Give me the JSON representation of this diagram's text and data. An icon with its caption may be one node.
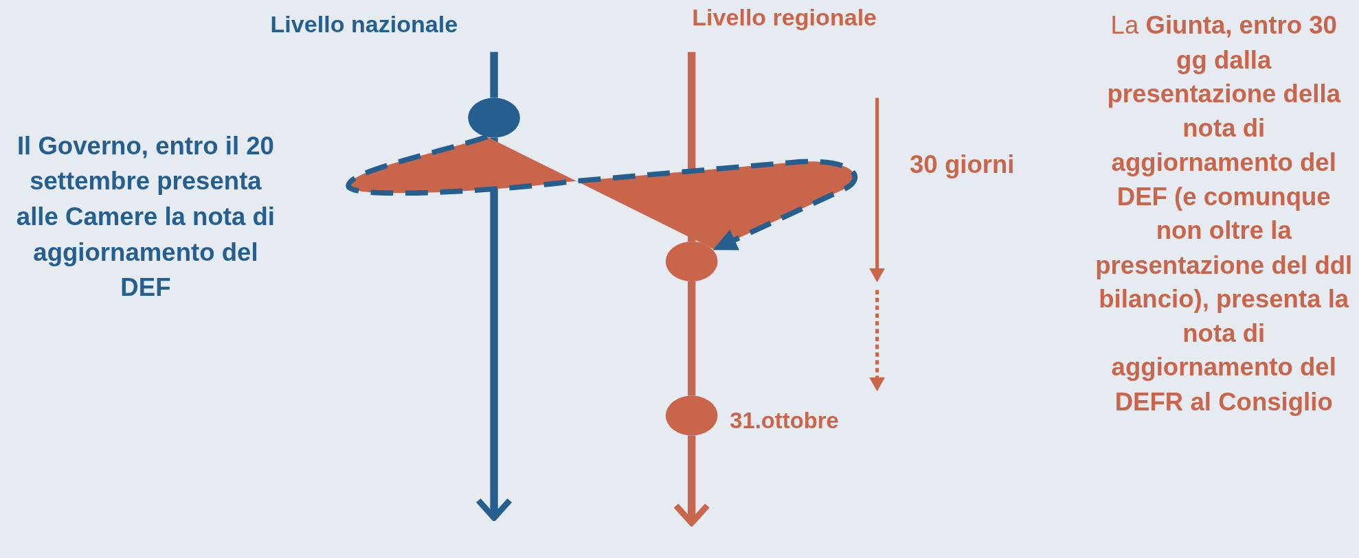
{
  "diagram": {
    "nodes": [
      {
        "text": [
          "Livello nazionale"
        ]
      },
      {
        "text": [
          "Livello regionale"
        ]
      },
      {
        "text": [],
        "shape": "circle"
      },
      {
        "text": [],
        "shape": "circle"
      },
      {
        "text": [],
        "shape": "circle",
        "beside": [
          "31.ottobre"
        ]
      }
    ],
    "edges": [
      {
        "from": 0,
        "to": 2,
        "arrow": "none",
        "color": "#245f8f"
      },
      {
        "from": 2,
        "to": null,
        "arrow": "to",
        "color": "#245f8f"
      },
      {
        "from": 1,
        "to": 3,
        "arrow": "none",
        "color": "#c9654a"
      },
      {
        "from": 3,
        "to": 4,
        "arrow": "none",
        "color": "#c9654a"
      },
      {
        "from": 4,
        "to": null,
        "arrow": "to",
        "color": "#c9654a"
      },
      {
        "from": 2,
        "to": 3,
        "arrow": "to",
        "style": "dashed",
        "color": "#245f8f"
      }
    ],
    "labels": [
      "Il Governo, entro il 20 settembre presenta alle Camere la nota di aggiornamento del DEF",
      "30 giorni",
      "La **Giunta, entro 30 gg dalla presentazione della nota di aggiornamento del DEF (e comunque non oltre la presentazione del ddl bilancio), presenta la nota di aggiornamento del DEFR al Consiglio**"
    ]
  }
}
